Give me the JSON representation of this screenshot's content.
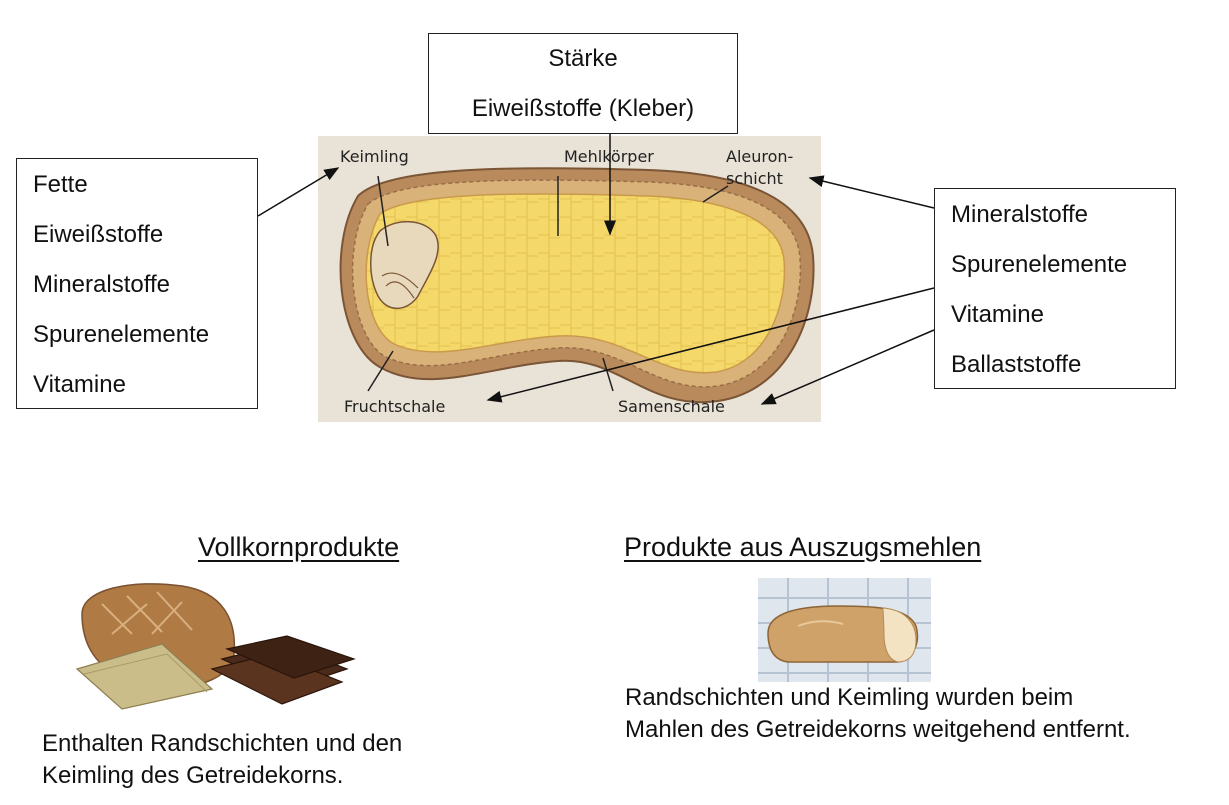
{
  "top_box": {
    "lines": [
      "Stärke",
      "Eiweißstoffe (Kleber)"
    ]
  },
  "left_box": {
    "lines": [
      "Fette",
      "Eiweißstoffe",
      "Mineralstoffe",
      "Spurenelemente",
      "Vitamine"
    ]
  },
  "right_box": {
    "lines": [
      "Mineralstoffe",
      "Spurenelemente",
      "Vitamine",
      "Ballaststoffe"
    ]
  },
  "grain_labels": {
    "keimling": "Keimling",
    "mehlkoerper": "Mehlkörper",
    "aleuron_1": "Aleuron-",
    "aleuron_2": "schicht",
    "fruchtschale": "Fruchtschale",
    "samenschale": "Samenschale"
  },
  "vollkorn": {
    "heading": "Vollkornprodukte",
    "description": [
      "Enthalten Randschichten und den",
      "Keimling des Getreidekorns."
    ]
  },
  "auszug": {
    "heading": "Produkte aus Auszugsmehlen",
    "description": [
      "Randschichten und Keimling wurden beim",
      "Mahlen des Getreidekorns weitgehend entfernt."
    ]
  },
  "colors": {
    "grain_fill": "#f2d468",
    "shell": "#b98a5c",
    "bread_crust": "#b07a45",
    "paper": "#e9e2d6"
  }
}
